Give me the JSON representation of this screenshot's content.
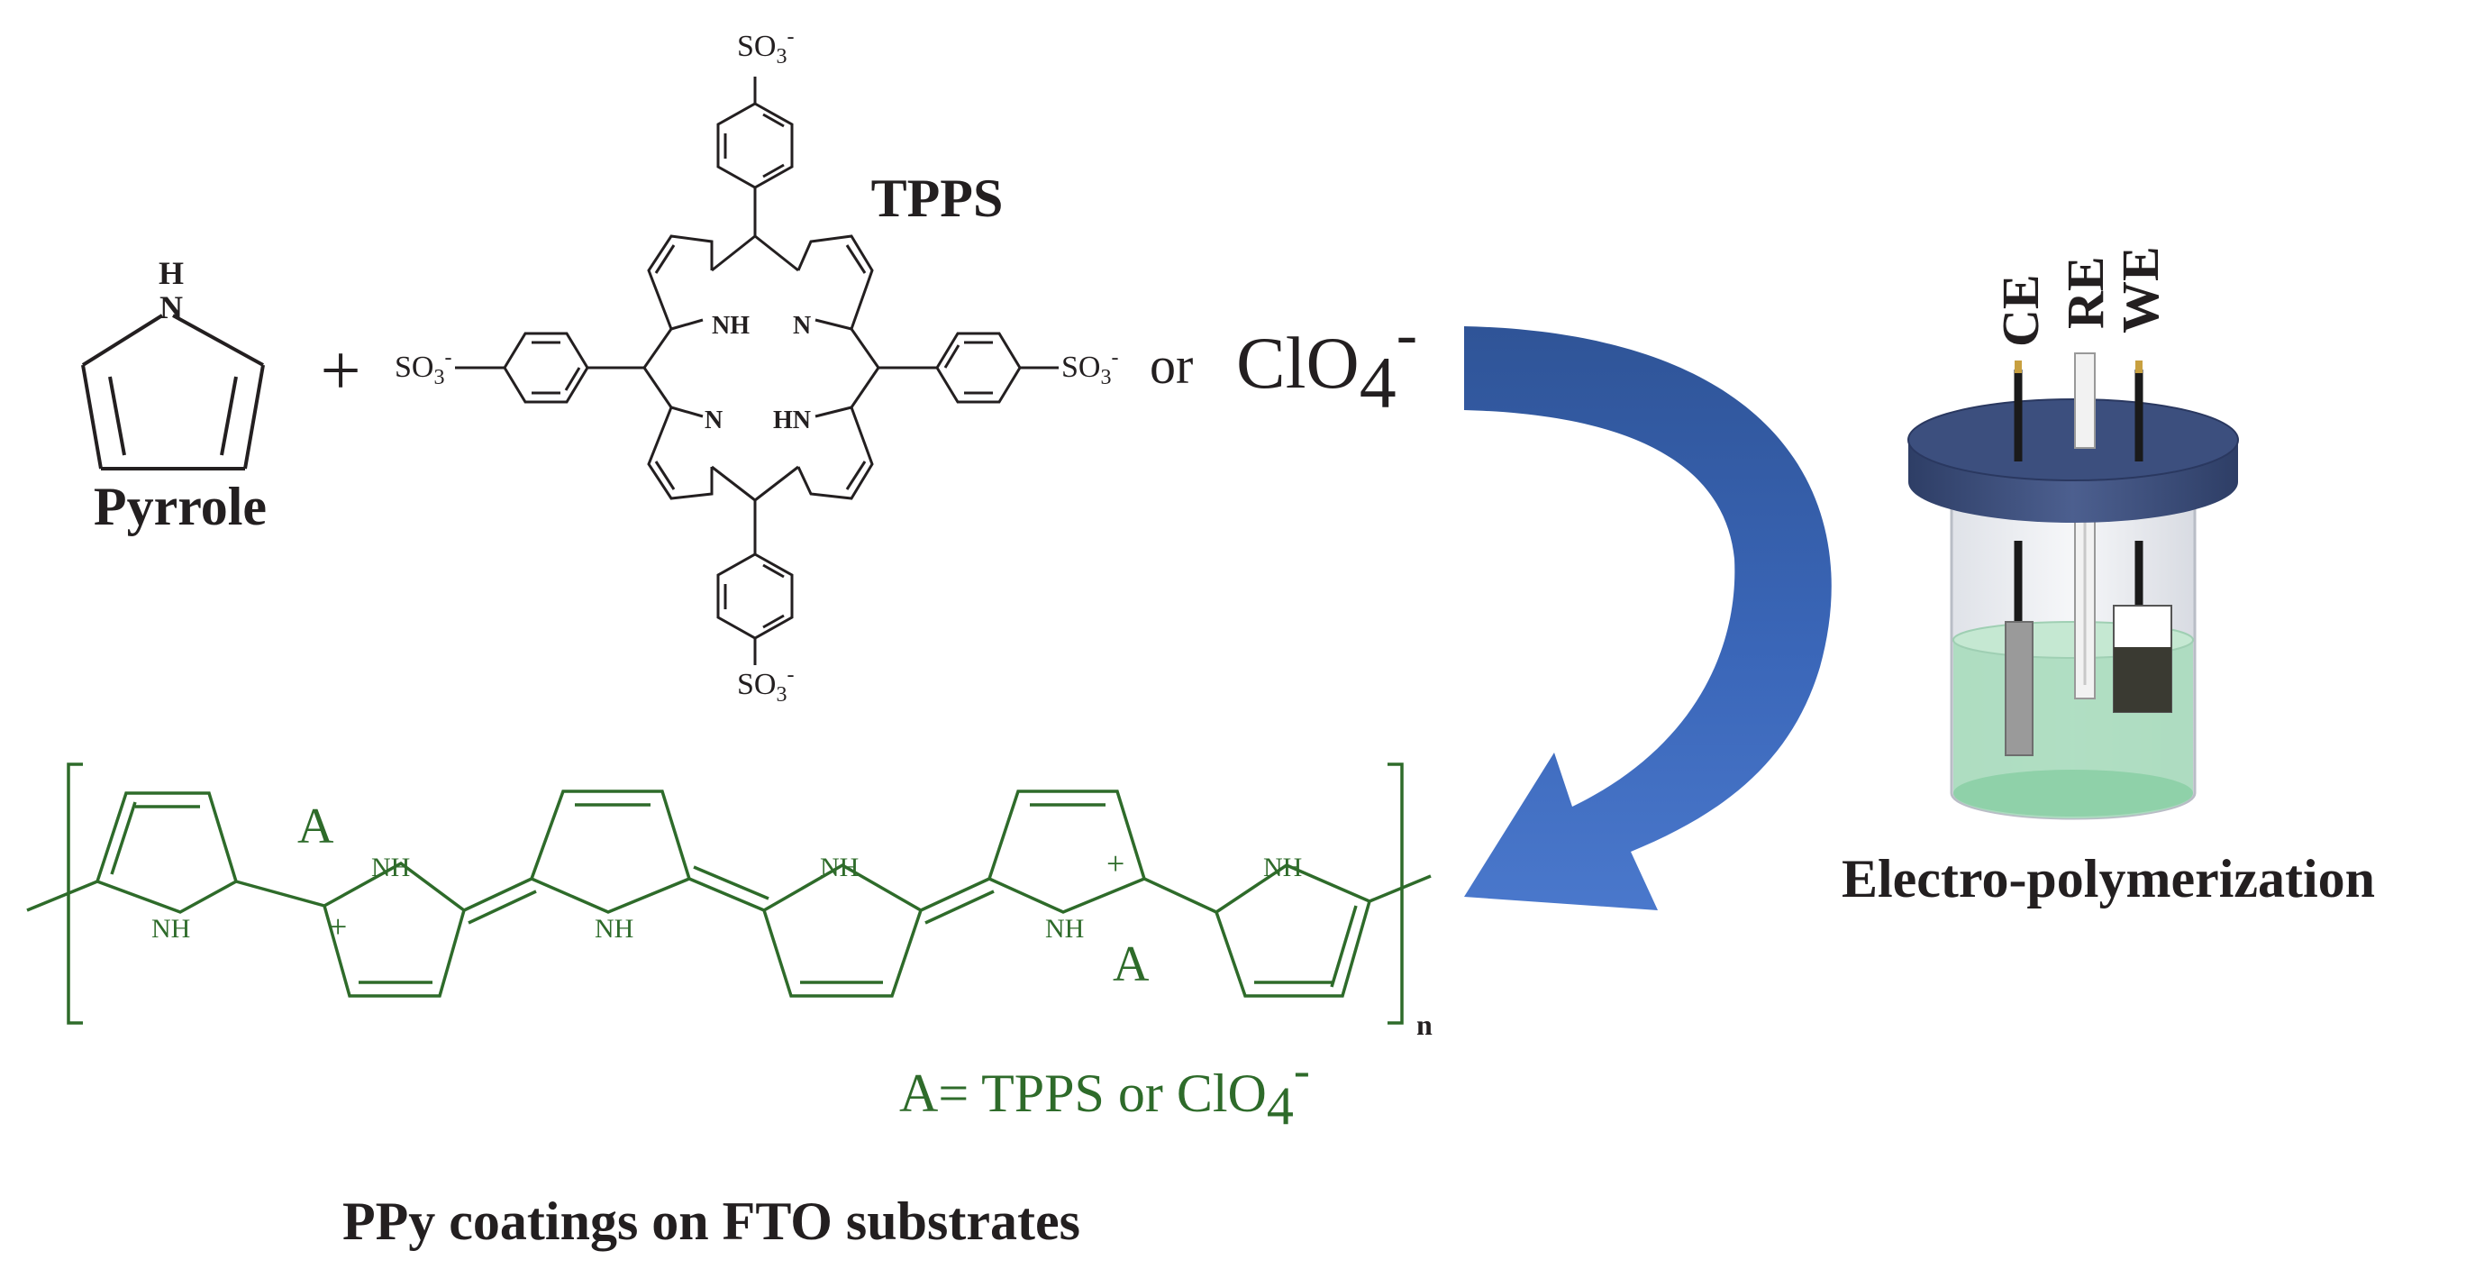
{
  "reaction": {
    "pyrrole_h": "H",
    "pyrrole_n": "N",
    "pyrrole_label": "Pyrrole",
    "plus_sign": "+",
    "tpps_label": "TPPS",
    "nh_top": "NH",
    "n_top": "N",
    "n_bottom": "N",
    "hn_bottom": "HN",
    "so3": "SO",
    "so3_sub": "3",
    "so3_charge": "-",
    "or_text": "or",
    "clo4": "ClO",
    "clo4_sub": "4",
    "clo4_charge": "-"
  },
  "cell": {
    "ce_label": "CE",
    "re_label": "RE",
    "we_label": "WE",
    "caption": "Electro-polymerization"
  },
  "polymer": {
    "nh": "NH",
    "anion_label": "A",
    "plus_charge": "+",
    "repeat_subscript": "n",
    "legend_prefix": "A= TPPS or ClO",
    "legend_sub": "4",
    "legend_charge": "-"
  },
  "caption": "PPy coatings on FTO substrates",
  "colors": {
    "polymer_green": "#2e6b2a",
    "arrow_blue": "#3a66b8",
    "cell_lid": "#3c4f7e",
    "electrolyte": "#9fd8b4"
  }
}
